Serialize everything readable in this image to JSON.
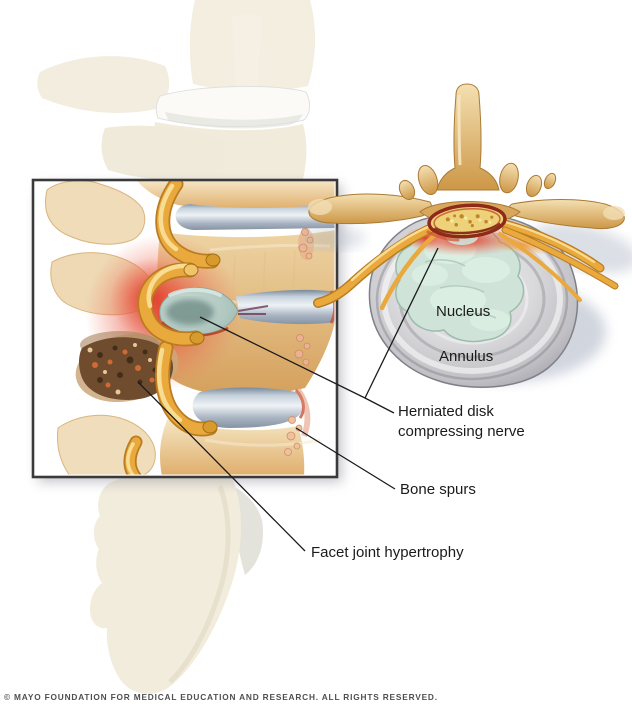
{
  "annotations": {
    "nucleus": "Nucleus",
    "annulus": "Annulus",
    "herniated_disk": "Herniated disk\ncompressing nerve",
    "bone_spurs": "Bone spurs",
    "facet_joint_hypertrophy": "Facet joint hypertrophy"
  },
  "footer": {
    "copyright": "© MAYO FOUNDATION FOR MEDICAL EDUCATION AND RESEARCH. ALL RIGHTS RESERVED."
  },
  "colors": {
    "bone_tan": "#dfae6b",
    "bone_light": "#f3dfb9",
    "disk_gray": "#a9b4c2",
    "nucleus_teal": "#cfe3d8",
    "herniation_teal": "#aec7bf",
    "inflammation_red": "#e0412e",
    "nerve_yellow": "#eaa93c",
    "hypertrophy_brown": "#6f4c2e",
    "annulus_gray": "#c9c9cd",
    "canal_yellow": "#eed27a",
    "canal_red": "#8e2a18",
    "leader_line": "#1a1a1a",
    "box_border": "#3a3a3a",
    "label_text": "#1b1b1b",
    "copyright_gray": "#4f4f4f"
  }
}
